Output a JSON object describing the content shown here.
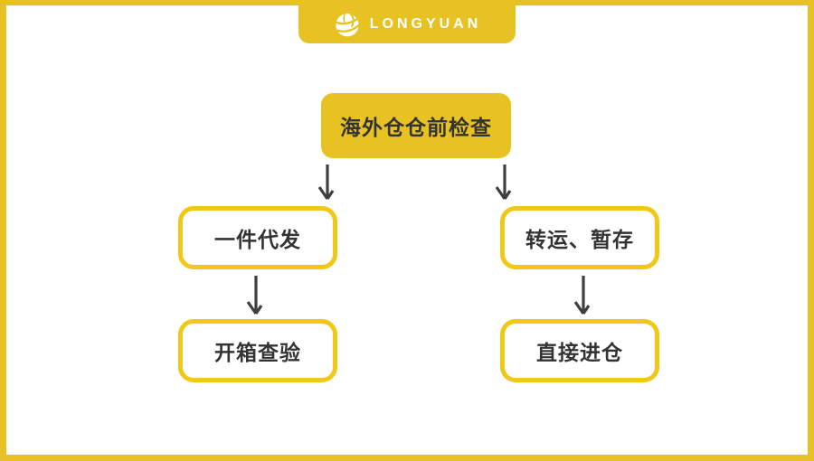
{
  "colors": {
    "brand-yellow": "#E8C222",
    "box-border-yellow": "#F2C816",
    "arrow-gray": "#3F3F3F",
    "text-dark": "#333333",
    "bg": "#FFFFFF"
  },
  "header": {
    "logo_text": "LONGYUAN",
    "logo_icon": "globe-swirl-icon"
  },
  "flowchart": {
    "root": {
      "label": "海外仓仓前检查"
    },
    "nodes": [
      {
        "label": "一件代发"
      },
      {
        "label": "转运、暂存"
      },
      {
        "label": "开箱查验"
      },
      {
        "label": "直接进仓"
      }
    ],
    "edges": [
      {
        "from": "海外仓仓前检查",
        "to": "一件代发"
      },
      {
        "from": "海外仓仓前检查",
        "to": "转运、暂存"
      },
      {
        "from": "一件代发",
        "to": "开箱查验"
      },
      {
        "from": "转运、暂存",
        "to": "直接进仓"
      }
    ]
  }
}
